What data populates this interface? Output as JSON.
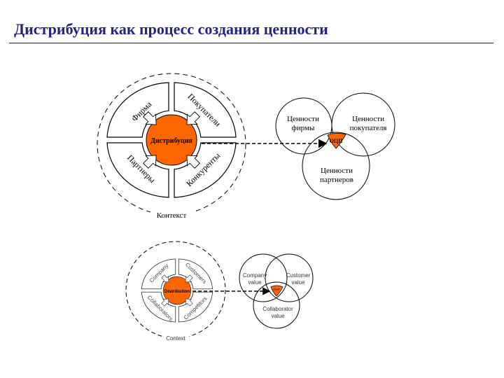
{
  "title": "Дистрибуция как процесс создания ценности",
  "colors": {
    "title": "#242480",
    "accent": "#ff6600"
  },
  "diagram_ru": {
    "center": "Дистрибуция",
    "quadrants": {
      "top_left": "Фирма",
      "top_right": "Покупатели",
      "bottom_left": "Партнеры",
      "bottom_right": "Конкуренты"
    },
    "context": "Контекст",
    "venn": {
      "a": [
        "Ценности",
        "фирмы"
      ],
      "b": [
        "Ценности",
        "покупателя"
      ],
      "c": [
        "Ценности",
        "партнеров"
      ],
      "overlap": "ОЦП"
    }
  },
  "diagram_en": {
    "center": "Distribution",
    "quadrants": {
      "top_left": "Company",
      "top_right": "Customers",
      "bottom_left": "Collaborators",
      "bottom_right": "Competitors"
    },
    "context": "Context",
    "venn": {
      "a": [
        "Company",
        "value"
      ],
      "b": [
        "Customer",
        "value"
      ],
      "c": [
        "Collaborator",
        "value"
      ],
      "overlap": "OVP"
    }
  }
}
